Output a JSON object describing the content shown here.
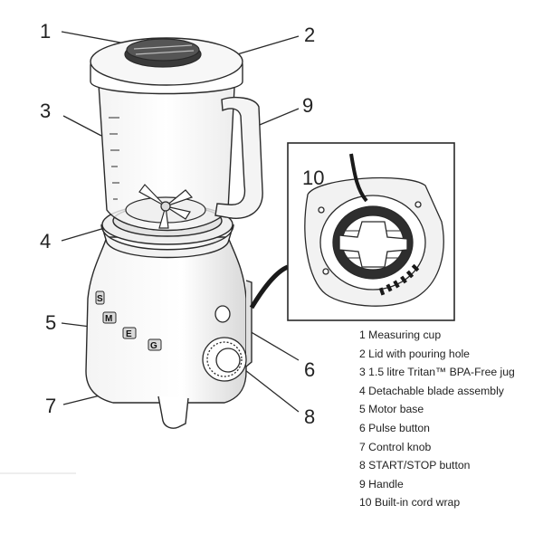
{
  "callouts": {
    "c1": "1",
    "c2": "2",
    "c3": "3",
    "c4": "4",
    "c5": "5",
    "c6": "6",
    "c7": "7",
    "c8": "8",
    "c9": "9",
    "c10": "10"
  },
  "brand_letters": [
    "S",
    "M",
    "E",
    "G"
  ],
  "legend": [
    "1 Measuring cup",
    "2 Lid with pouring hole",
    "3 1.5 litre Tritan™ BPA-Free jug",
    "4 Detachable blade assembly",
    "5 Motor base",
    "6 Pulse button",
    "7 Control knob",
    "8 START/STOP button",
    "9 Handle",
    "10 Built-in cord wrap"
  ],
  "colors": {
    "line": "#2a2a2a",
    "shade": "#e6e6e6",
    "dark": "#3a3a3a"
  }
}
